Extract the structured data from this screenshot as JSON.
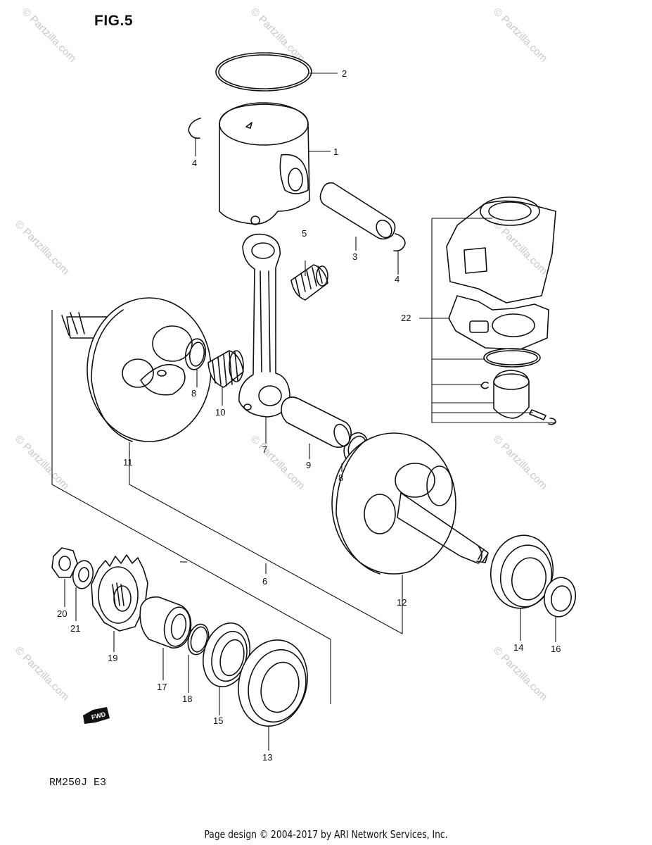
{
  "figure_label": "FIG.5",
  "model_code": "RM250J  E3",
  "footer_text": "Page design © 2004-2017 by ARI Network Services, Inc.",
  "watermark_text": "© Partzilla.com",
  "fwd_label": "FWD",
  "callouts": {
    "c1": "1",
    "c2": "2",
    "c3": "3",
    "c4a": "4",
    "c4b": "4",
    "c5": "5",
    "c6": "6",
    "c7": "7",
    "c8a": "8",
    "c8b": "8",
    "c9": "9",
    "c10": "10",
    "c11": "11",
    "c12": "12",
    "c13": "13",
    "c14": "14",
    "c15": "15",
    "c16": "16",
    "c17": "17",
    "c18": "18",
    "c19": "19",
    "c20": "20",
    "c21": "21",
    "c22": "22"
  }
}
